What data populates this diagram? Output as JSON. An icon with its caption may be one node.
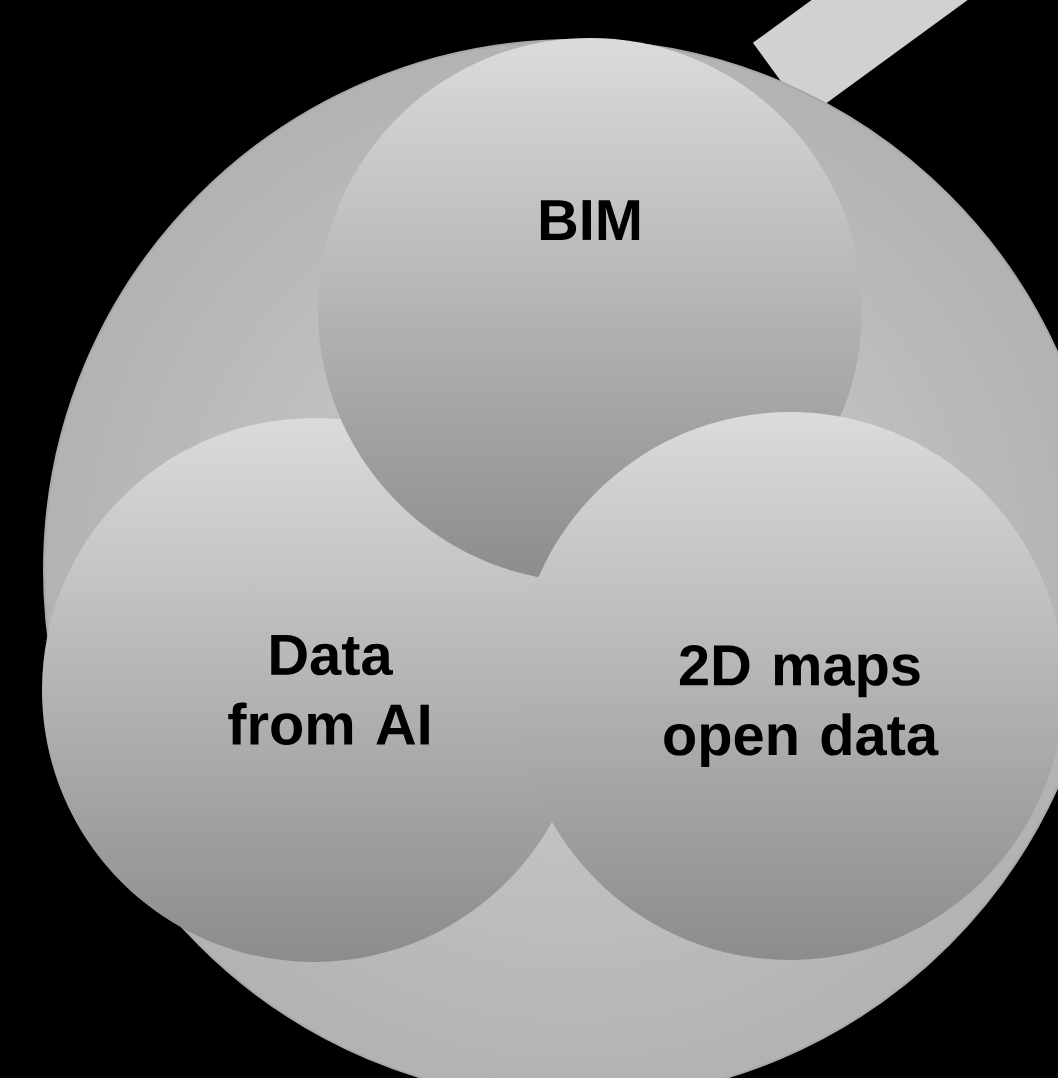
{
  "diagram": {
    "nodes": [
      {
        "text": [],
        "shape": "circle"
      },
      {
        "text": [
          "BIM"
        ],
        "in": 0
      },
      {
        "text": [
          "Data from AI"
        ],
        "in": 0
      },
      {
        "text": [
          "2D maps open data"
        ],
        "in": 0
      }
    ]
  }
}
